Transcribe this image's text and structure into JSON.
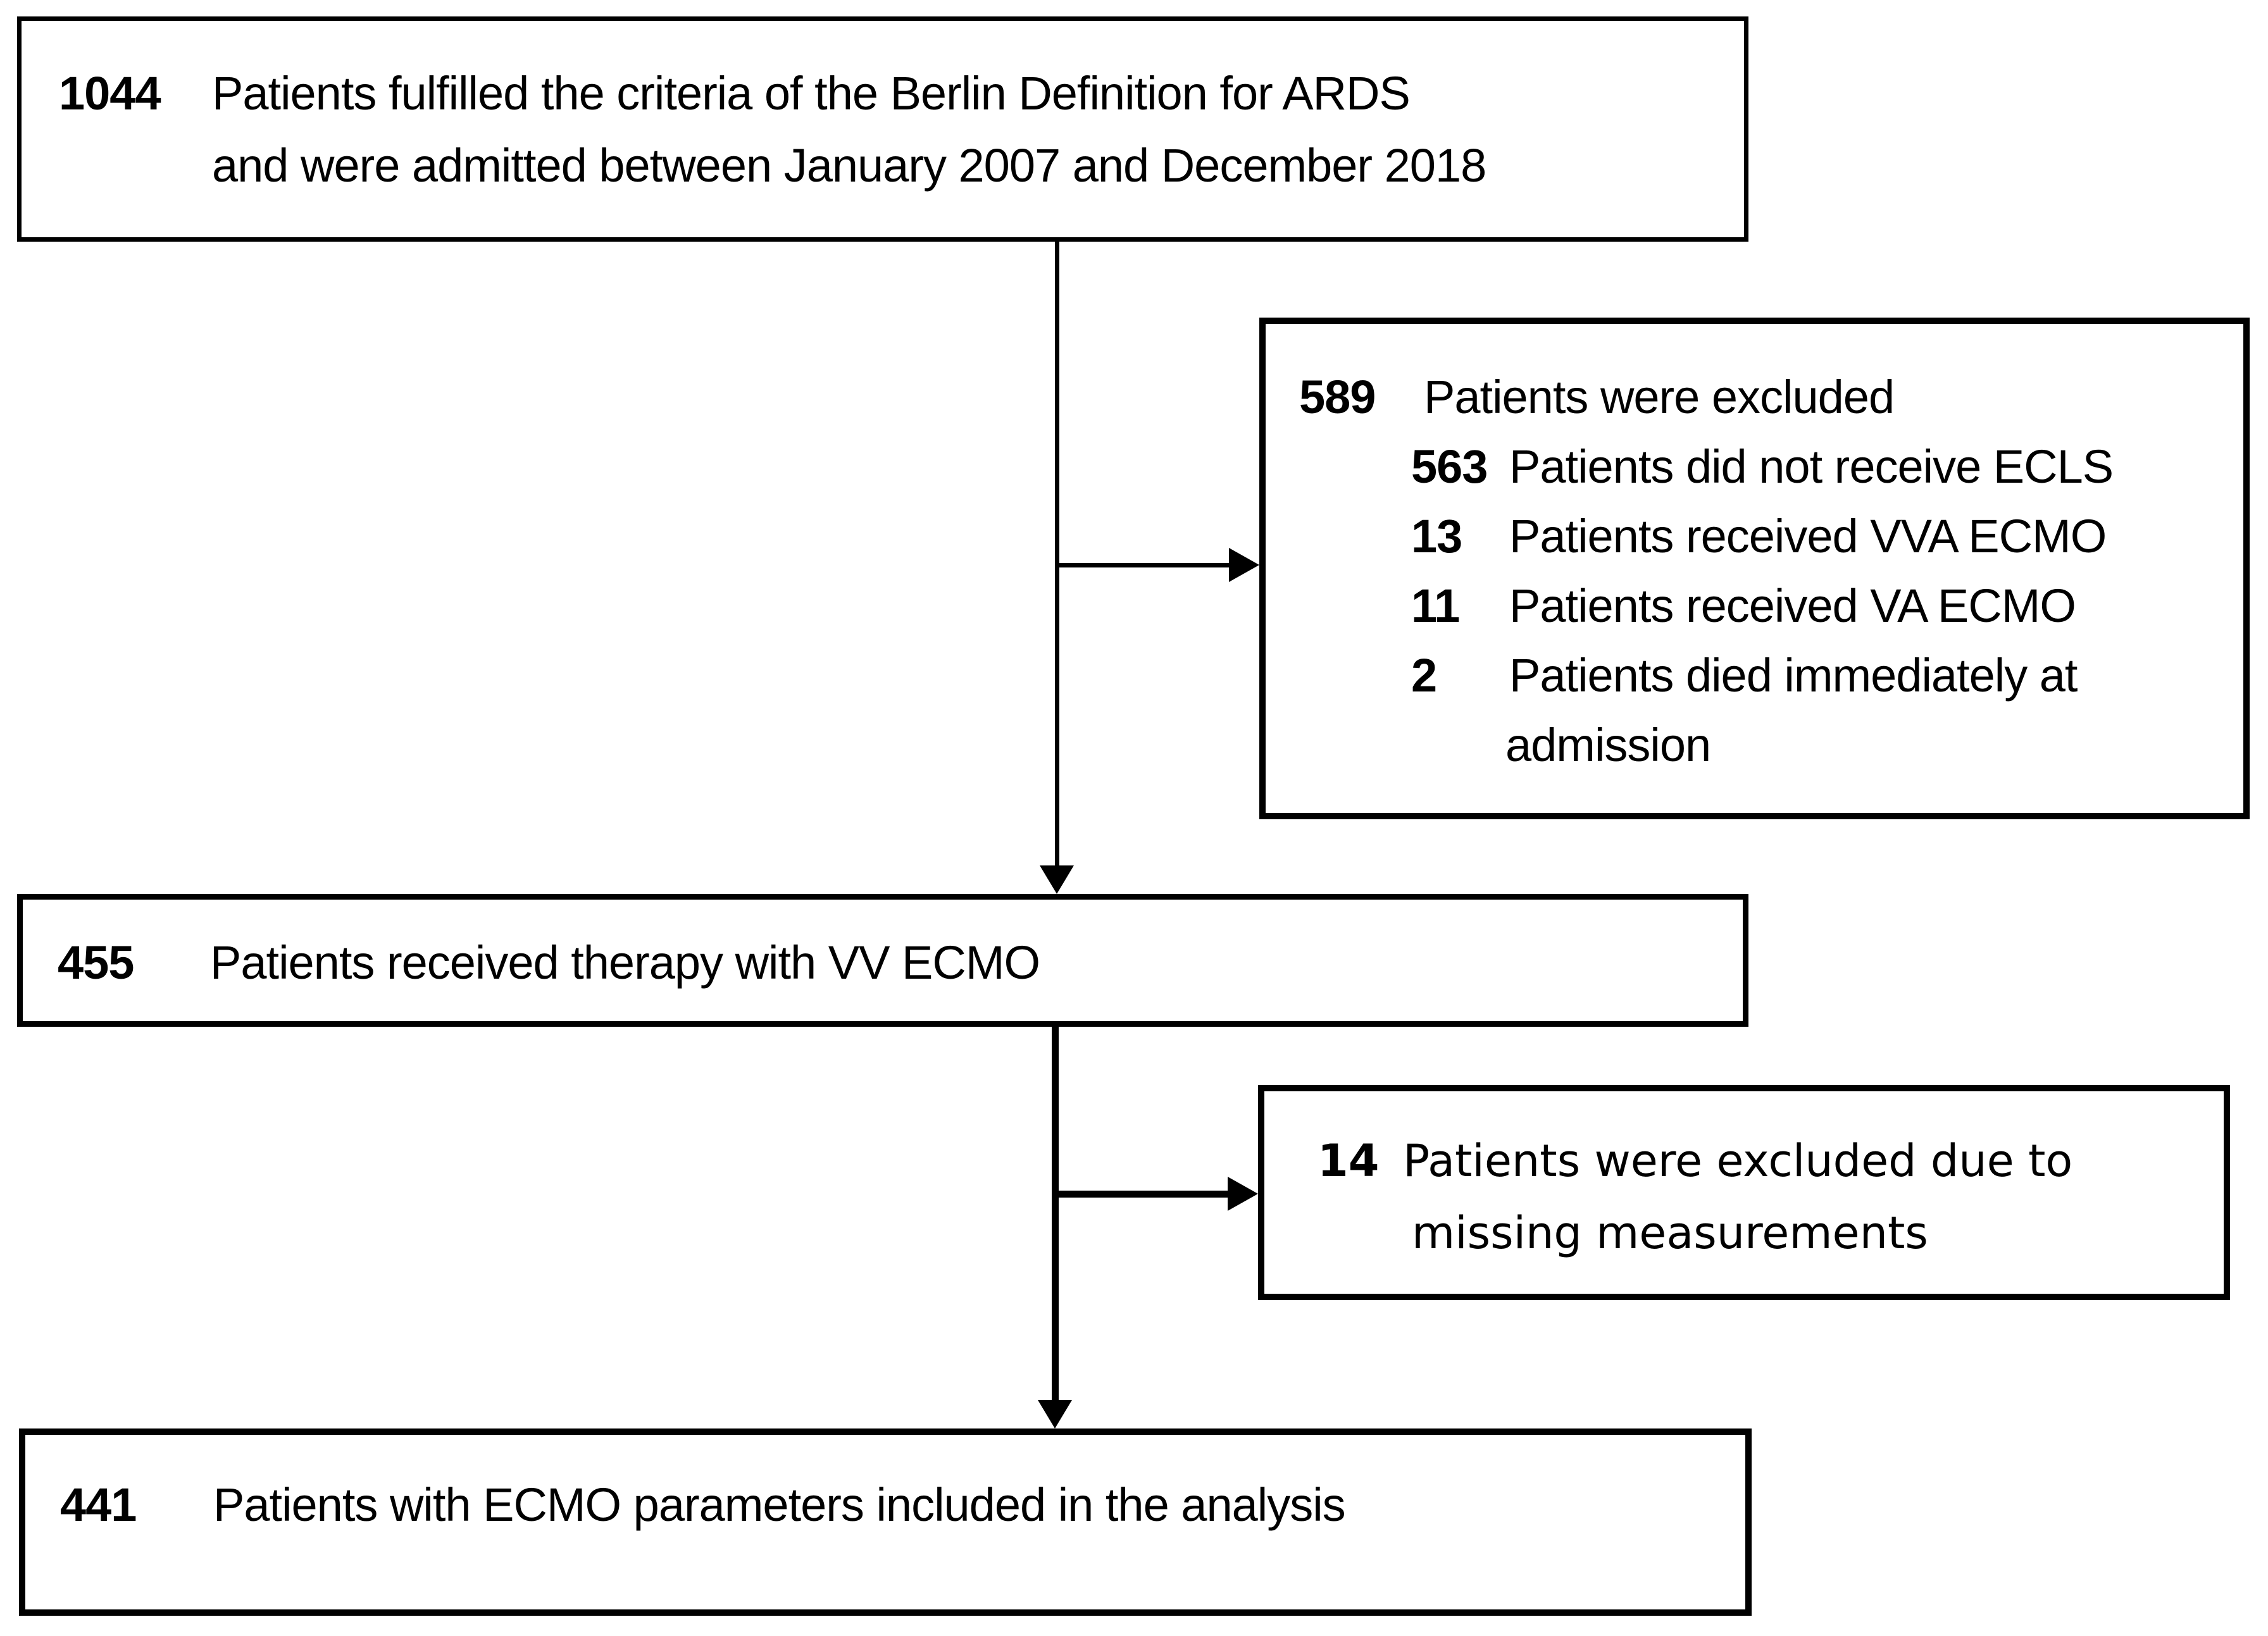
{
  "flowchart": {
    "title": "ARDS VV-ECMO patient inclusion flow diagram",
    "colors": {
      "ink": "#000000",
      "background": "#ffffff"
    },
    "boxes": {
      "eligible": {
        "count": "1044",
        "line1": "Patients fulfilled the criteria of the Berlin Definition for ARDS",
        "line2": "and were admitted between January 2007 and December 2018"
      },
      "excluded_primary": {
        "count": "589",
        "label": "Patients were excluded",
        "items": [
          {
            "count": "563",
            "label": "Patients did not receive ECLS"
          },
          {
            "count": "13",
            "label": "Patients received VVA ECMO"
          },
          {
            "count": "11",
            "label": "Patients received VA ECMO"
          },
          {
            "count": "2",
            "label": "Patients died immediately at",
            "label_cont": "admission"
          }
        ]
      },
      "vv_ecmo": {
        "count": "455",
        "label": "Patients received therapy with VV ECMO"
      },
      "excluded_missing": {
        "count": "14",
        "label": "Patients were excluded due to",
        "label_cont": "missing measurements"
      },
      "analysis": {
        "count": "441",
        "label": "Patients with ECMO parameters included in the analysis"
      }
    }
  }
}
